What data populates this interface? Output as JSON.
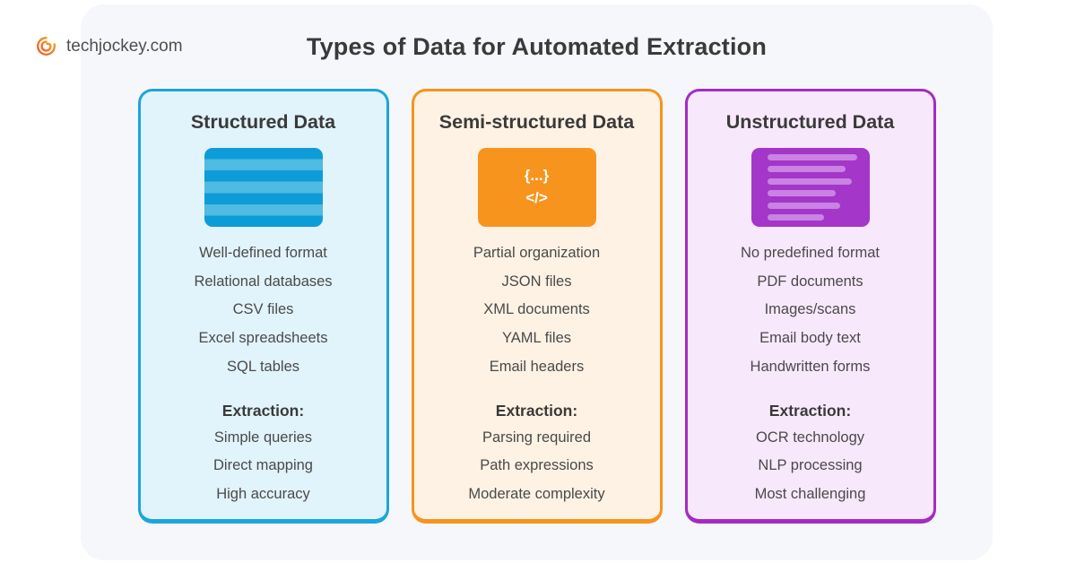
{
  "brand": {
    "name": "techjockey.com"
  },
  "title": "Types of Data for Automated Extraction",
  "colors": {
    "page_bg": "#FFFFFF",
    "panel_bg": "#F5F7FA",
    "title_text": "#3A3A3A",
    "body_text": "#4A4A4A",
    "brand_orange": "#F5821F"
  },
  "cards": [
    {
      "title": "Structured Data",
      "accent": "#1BA6DA",
      "background": "#E1F3FB",
      "icon": "table-rows-icon",
      "icon_stripe_colors": [
        "#0E9CD8",
        "#4FBAE2"
      ],
      "items": [
        "Well-defined format",
        "Relational databases",
        "CSV files",
        "Excel spreadsheets",
        "SQL tables"
      ],
      "extraction_label": "Extraction:",
      "extraction_items": [
        "Simple queries",
        "Direct mapping",
        "High accuracy"
      ]
    },
    {
      "title": "Semi-structured Data",
      "accent": "#F6941D",
      "background": "#FDF2E4",
      "icon": "code-braces-icon",
      "icon_bg": "#F7941E",
      "icon_lines": [
        "{...}",
        "</>"
      ],
      "items": [
        "Partial organization",
        "JSON files",
        "XML documents",
        "YAML files",
        "Email headers"
      ],
      "extraction_label": "Extraction:",
      "extraction_items": [
        "Parsing required",
        "Path expressions",
        "Moderate complexity"
      ]
    },
    {
      "title": "Unstructured Data",
      "accent": "#A32CC4",
      "background": "#F8E8FC",
      "icon": "document-text-icon",
      "icon_bg": "#A436C9",
      "icon_line_color": "#C983E2",
      "items": [
        "No predefined format",
        "PDF documents",
        "Images/scans",
        "Email body text",
        "Handwritten forms"
      ],
      "extraction_label": "Extraction:",
      "extraction_items": [
        "OCR technology",
        "NLP processing",
        "Most challenging"
      ]
    }
  ]
}
